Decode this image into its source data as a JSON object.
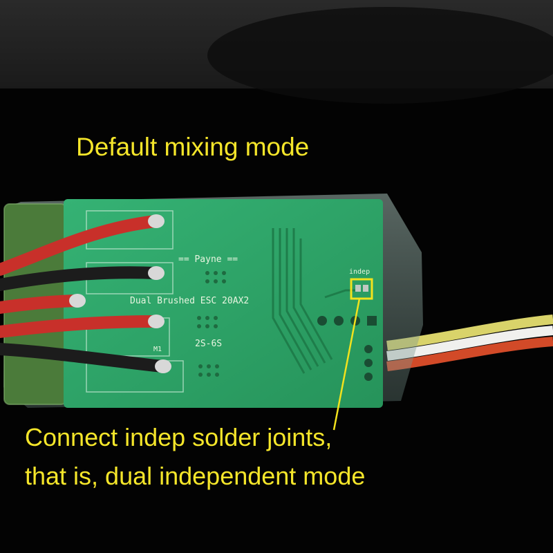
{
  "captions": {
    "top": "Default mixing mode",
    "bottom_line1": "Connect indep solder joints,",
    "bottom_line2": "that is, dual independent mode"
  },
  "board": {
    "title": "Dual Brushed ESC 20AX2",
    "brand": "== Payne ==",
    "voltage": "2S-6S",
    "motor_label": "M1",
    "pad_label": "indep"
  },
  "colors": {
    "caption": "#f5e62a",
    "pcb": "#2fa86a",
    "highlight": "#f2e21d",
    "wire_red": "#c8302a",
    "wire_black": "#1c1c1c"
  }
}
